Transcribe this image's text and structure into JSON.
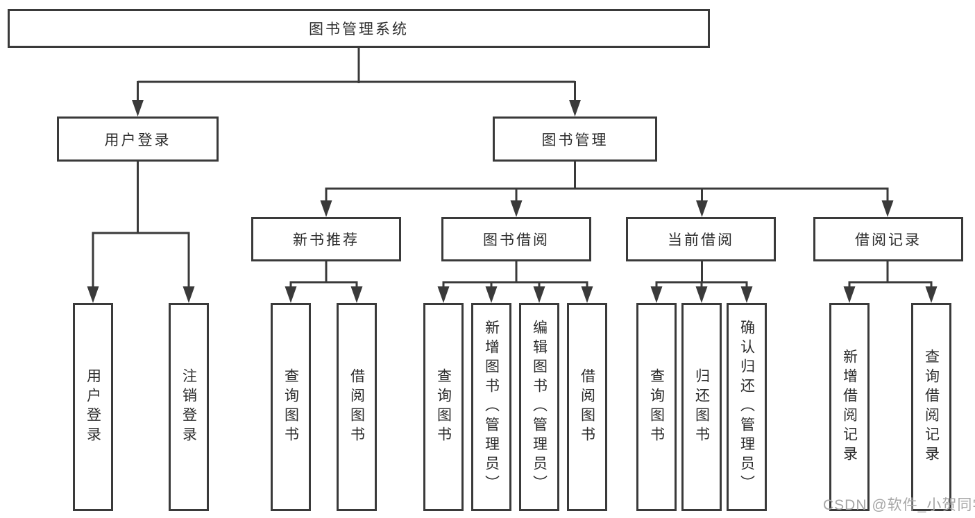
{
  "title": "图书管理系统",
  "watermark": {
    "text": "CSDN @软件_小贺同学"
  },
  "colors": {
    "line": "#3a3a3a",
    "text": "#2c2c2c",
    "background": "#ffffff",
    "watermark": "#a6a6a6"
  },
  "tree": {
    "label": "图书管理系统",
    "children": [
      {
        "label": "用户登录",
        "children": [
          {
            "label": "用户登录"
          },
          {
            "label": "注销登录"
          }
        ]
      },
      {
        "label": "图书管理",
        "children": [
          {
            "label": "新书推荐",
            "children": [
              {
                "label": "查询图书"
              },
              {
                "label": "借阅图书"
              }
            ]
          },
          {
            "label": "图书借阅",
            "children": [
              {
                "label": "查询图书"
              },
              {
                "label": "新增图书（管理员）"
              },
              {
                "label": "编辑图书（管理员）"
              },
              {
                "label": "借阅图书"
              }
            ]
          },
          {
            "label": "当前借阅",
            "children": [
              {
                "label": "查询图书"
              },
              {
                "label": "归还图书"
              },
              {
                "label": "确认归还（管理员）"
              }
            ]
          },
          {
            "label": "借阅记录",
            "children": [
              {
                "label": "新增借阅记录"
              },
              {
                "label": "查询借阅记录"
              }
            ]
          }
        ]
      }
    ]
  }
}
